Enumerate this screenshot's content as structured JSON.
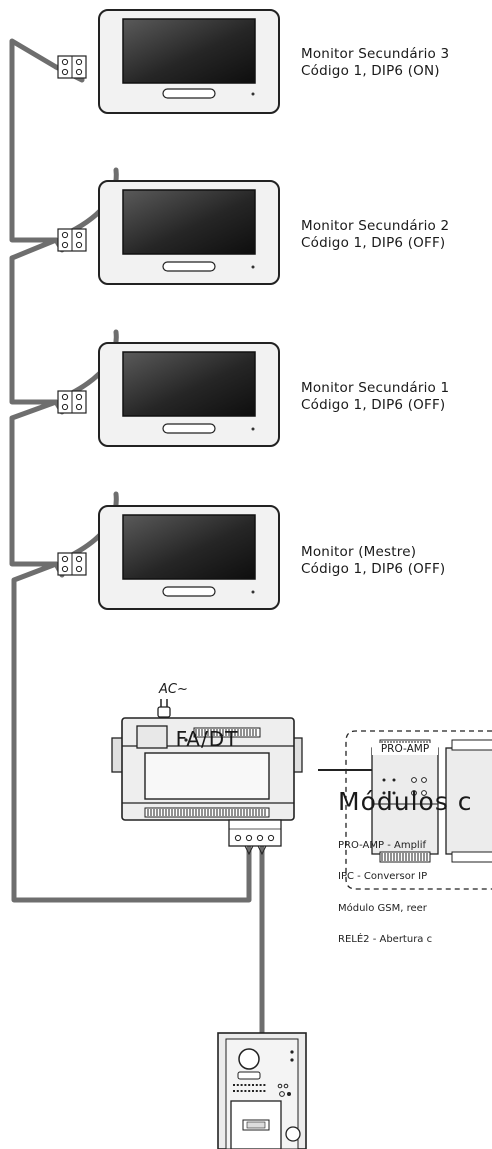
{
  "monitors": [
    {
      "name": "Monitor Secundário 3",
      "config": "Código 1, DIP6 (ON)"
    },
    {
      "name": "Monitor Secundário 2",
      "config": "Código 1, DIP6 (OFF)"
    },
    {
      "name": "Monitor Secundário 1",
      "config": "Código 1, DIP6 (OFF)"
    },
    {
      "name": "Monitor (Mestre)",
      "config": "Código 1, DIP6 (OFF)"
    }
  ],
  "power": {
    "ac_label": "AC~"
  },
  "power_supply": {
    "label": "FA/DT"
  },
  "modules": {
    "title": "Módulos c",
    "pro_amp_label": "PRO-AMP",
    "items": [
      "PRO-AMP - Amplif",
      "IPC - Conversor IP",
      "Módulo GSM, reer",
      "RELÉ2 - Abertura c"
    ]
  },
  "colors": {
    "wire": "#6e6e6e",
    "panel_bg": "#eeeeee",
    "outline": "#222222"
  }
}
